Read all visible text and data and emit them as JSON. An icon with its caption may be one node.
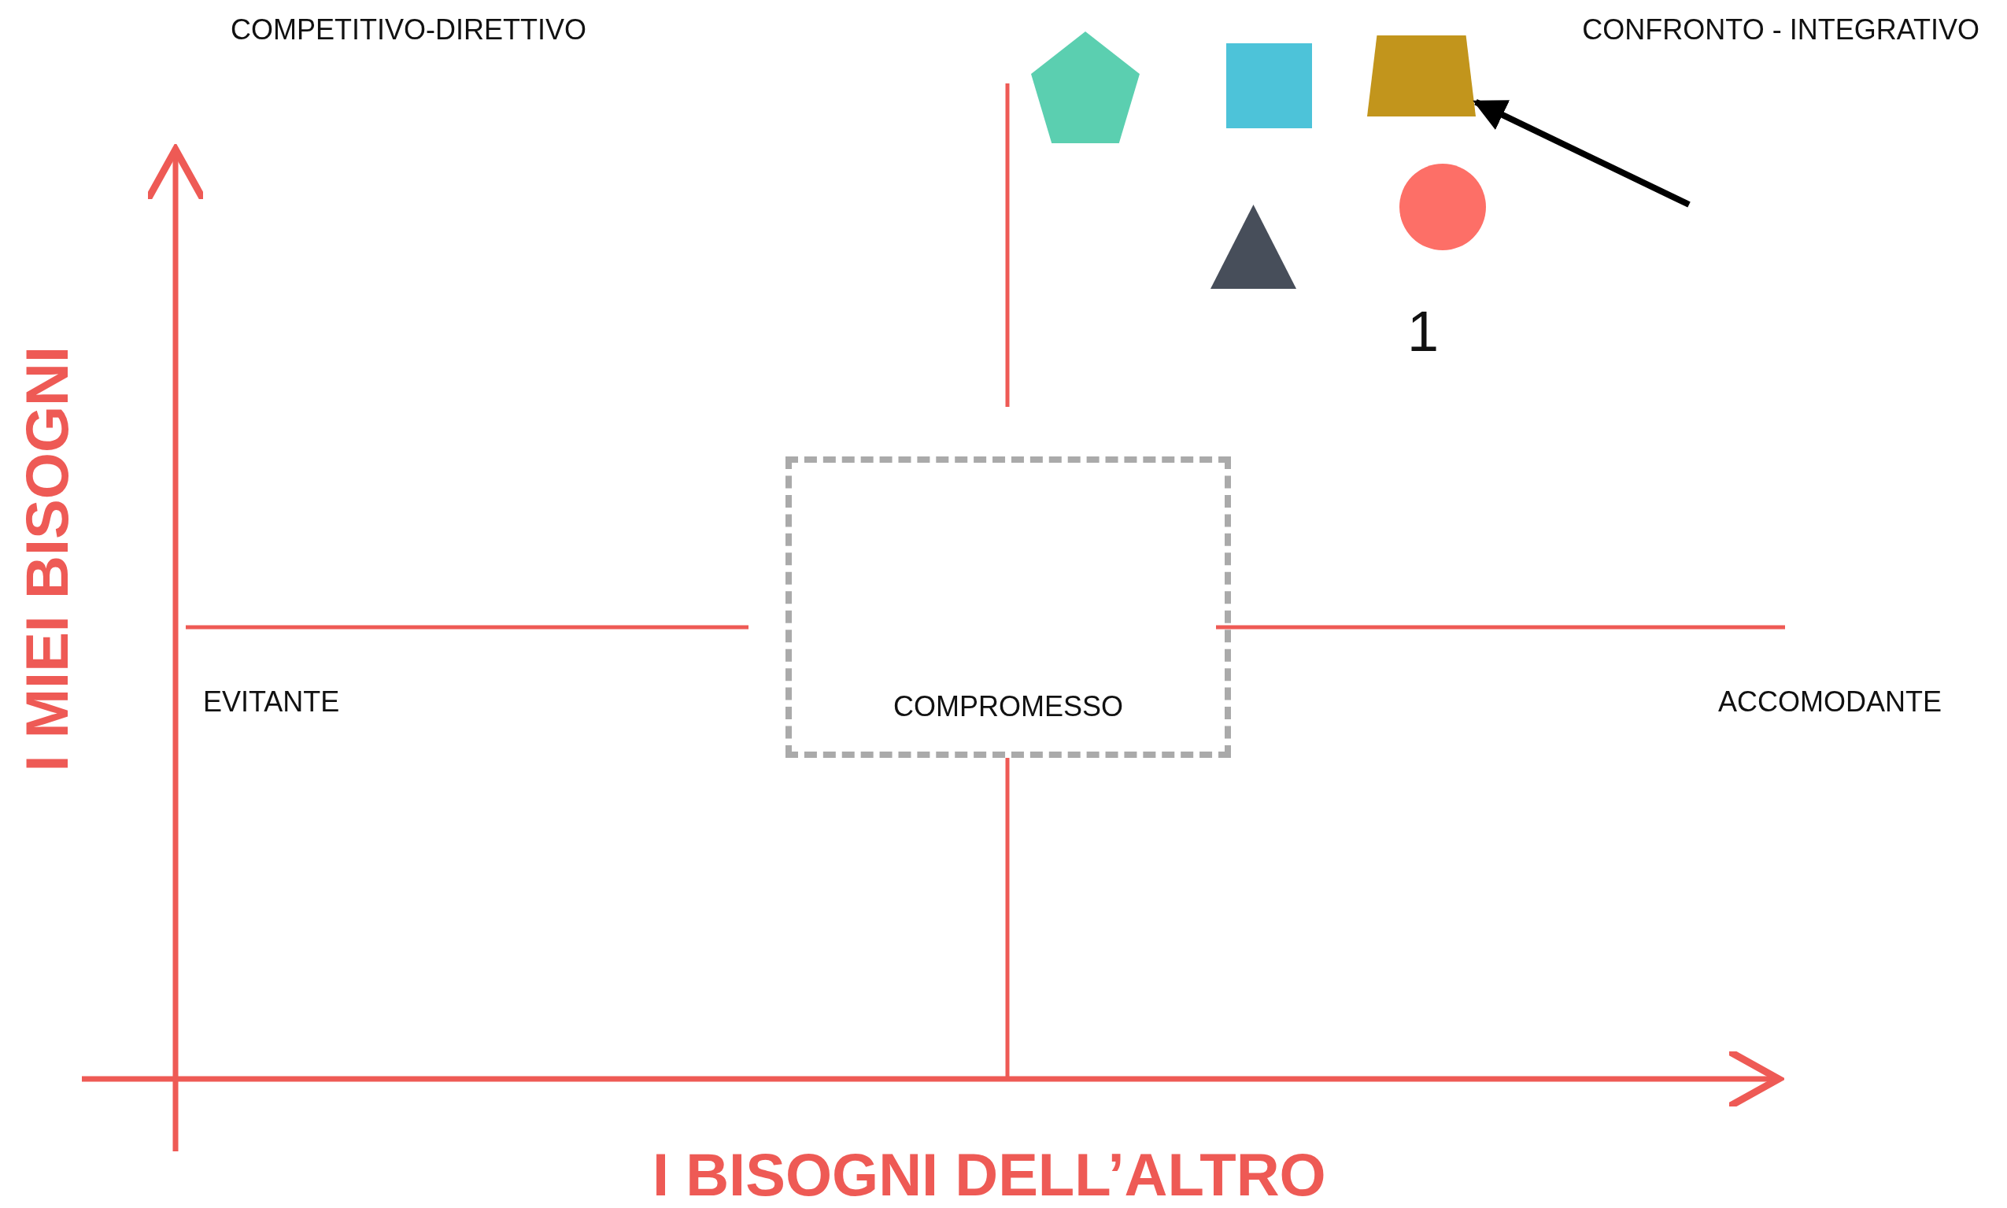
{
  "diagram": {
    "nodes": [
      {
        "text": [
          "COMPROMESSO"
        ]
      },
      {
        "text": [],
        "shape": "pentagon"
      },
      {
        "text": [],
        "shape": "box"
      },
      {
        "text": [],
        "shape": "trapezoid"
      },
      {
        "text": [],
        "shape": "triangle"
      },
      {
        "text": [],
        "shape": "circle"
      }
    ],
    "edges": [
      {
        "from": null,
        "to": 3,
        "arrow": "to"
      }
    ],
    "labels": [
      "COMPETITIVO-DIRETTIVO",
      "CONFRONTO - INTEGRATIVO",
      "1",
      "I MIEI BISOGNI",
      "EVITANTE",
      "ACCOMODANTE",
      "I BISOGNI DELL’ALTRO"
    ]
  }
}
